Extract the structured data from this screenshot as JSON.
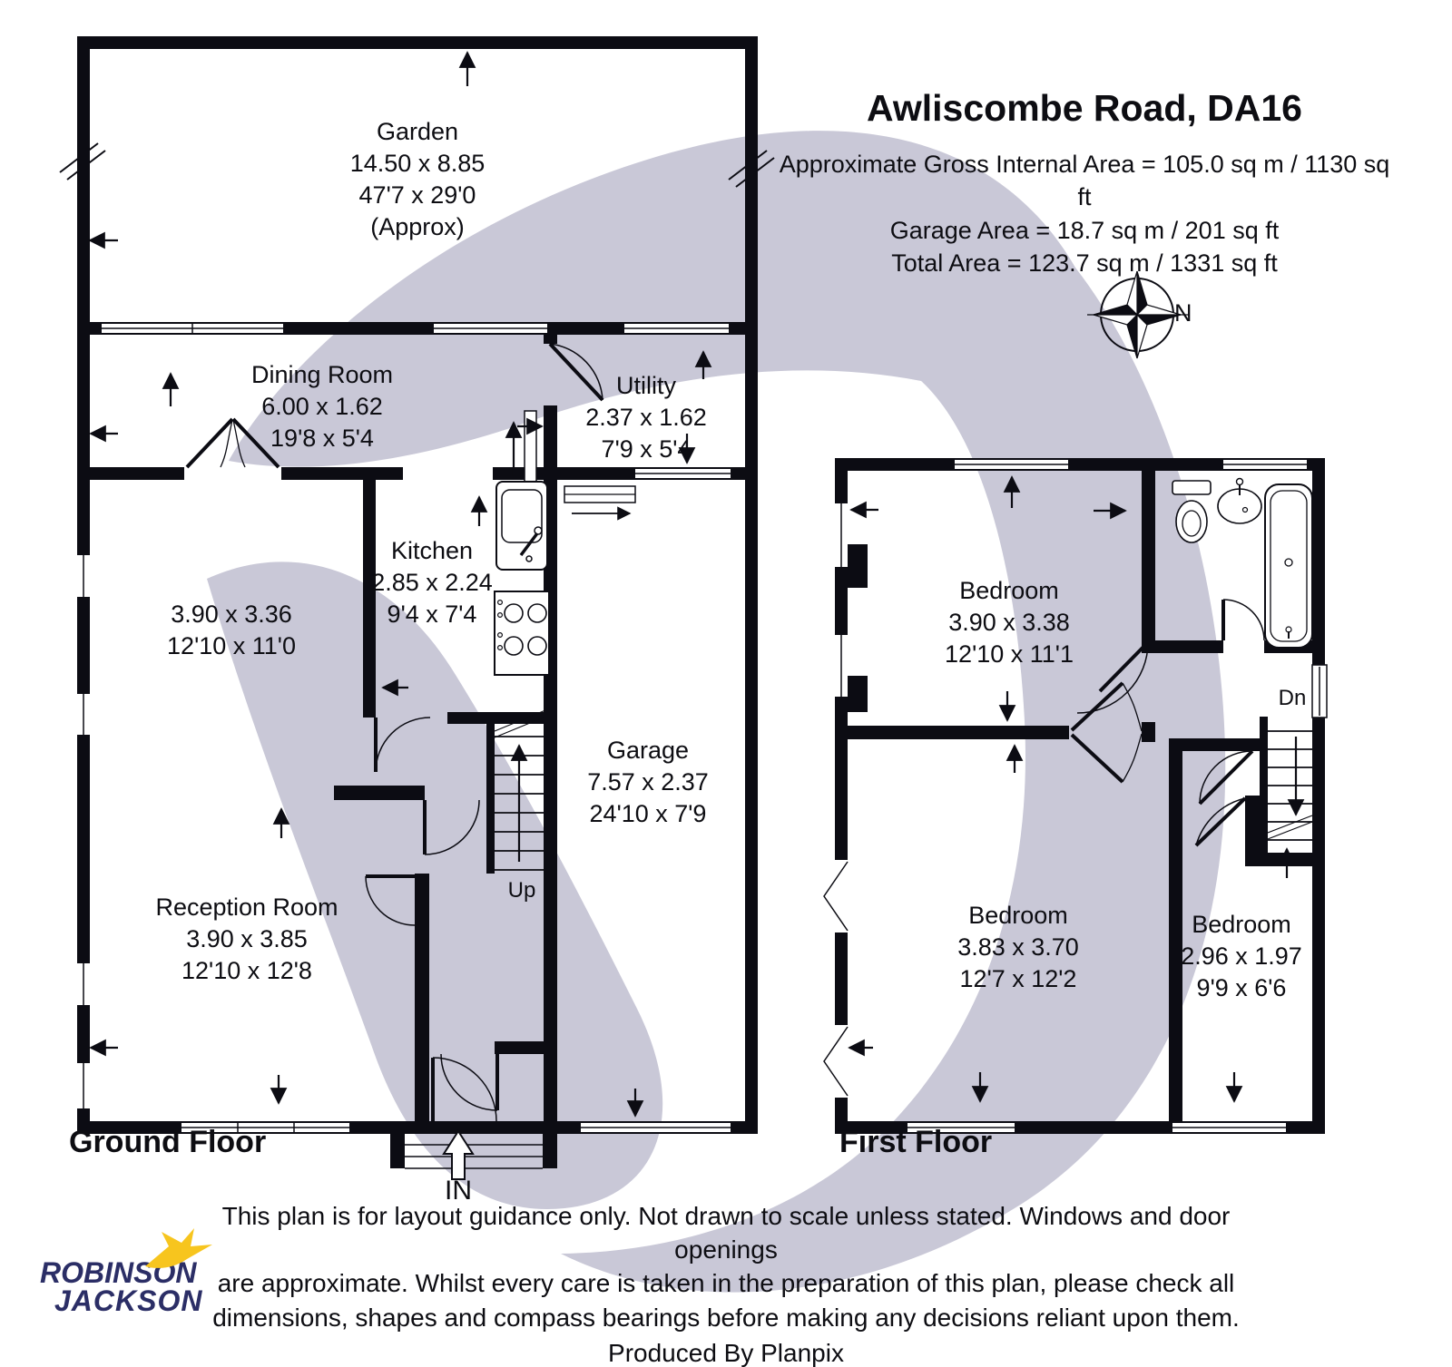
{
  "header": {
    "address": "Awliscombe Road, DA16",
    "gross_area": "Approximate Gross Internal Area = 105.0 sq m / 1130 sq ft",
    "garage_area": "Garage Area = 18.7 sq m / 201 sq ft",
    "total_area": "Total Area = 123.7 sq m / 1331 sq ft"
  },
  "compass": {
    "north": "N"
  },
  "ground_floor": {
    "label": "Ground Floor",
    "in_label": "IN",
    "up_label": "Up",
    "rooms": {
      "garden": {
        "name": "Garden",
        "metric": "14.50 x 8.85",
        "imperial": "47'7 x 29'0",
        "note": "(Approx)"
      },
      "dining_room": {
        "name": "Dining Room",
        "metric": "6.00 x 1.62",
        "imperial": "19'8 x 5'4"
      },
      "utility": {
        "name": "Utility",
        "metric": "2.37 x 1.62",
        "imperial": "7'9 x 5'4"
      },
      "kitchen": {
        "name": "Kitchen",
        "metric": "2.85 x 2.24",
        "imperial": "9'4 x 7'4"
      },
      "front_room": {
        "metric": "3.90 x 3.36",
        "imperial": "12'10 x 11'0"
      },
      "garage": {
        "name": "Garage",
        "metric": "7.57 x 2.37",
        "imperial": "24'10 x 7'9"
      },
      "reception_room": {
        "name": "Reception Room",
        "metric": "3.90 x 3.85",
        "imperial": "12'10 x 12'8"
      }
    }
  },
  "first_floor": {
    "label": "First Floor",
    "dn_label": "Dn",
    "rooms": {
      "bedroom_1": {
        "name": "Bedroom",
        "metric": "3.90 x 3.38",
        "imperial": "12'10 x 11'1"
      },
      "bedroom_2": {
        "name": "Bedroom",
        "metric": "3.83 x 3.70",
        "imperial": "12'7 x 12'2"
      },
      "bedroom_3": {
        "name": "Bedroom",
        "metric": "2.96 x 1.97",
        "imperial": "9'9 x 6'6"
      }
    }
  },
  "footer": {
    "disclaimer_line1": "This plan is for layout guidance only. Not drawn to scale unless stated. Windows and door openings",
    "disclaimer_line2": "are approximate. Whilst every care is taken in the preparation of this plan, please check all",
    "disclaimer_line3": "dimensions, shapes and compass bearings before making any decisions reliant upon them.",
    "produced_by": "Produced By Planpix"
  },
  "logo": {
    "name_line1": "ROBINSON",
    "name_line2": "JACKSON"
  },
  "colors": {
    "wall": "#0c0c13",
    "watermark": "#c9c8d7",
    "logo_navy": "#2b2e66",
    "logo_yellow": "#f7c51e"
  }
}
